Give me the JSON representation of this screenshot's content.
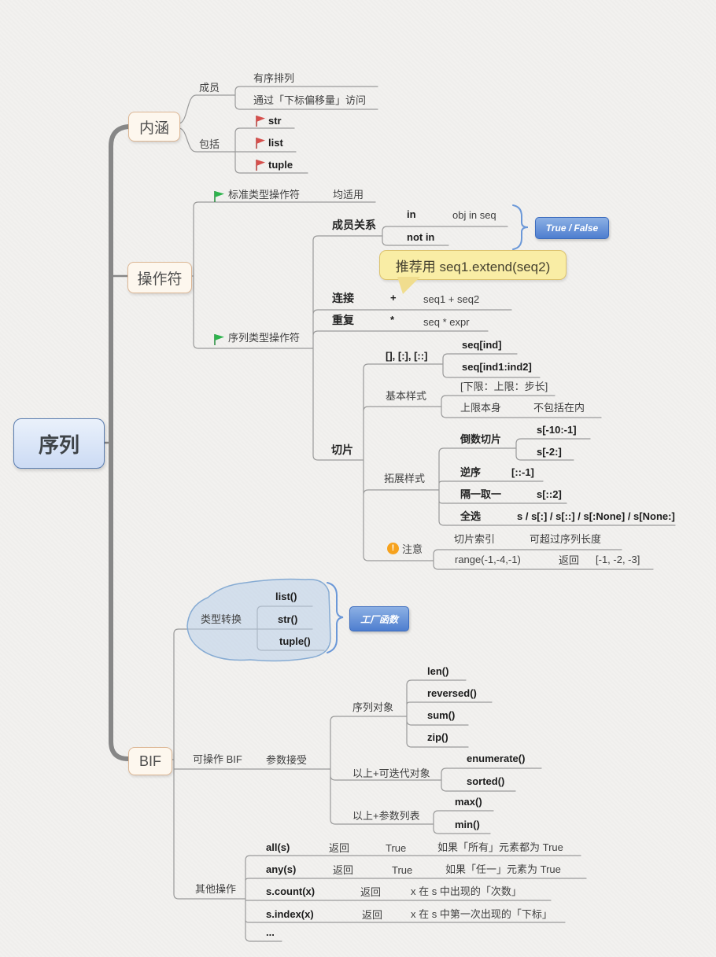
{
  "root": {
    "label": "序列"
  },
  "colors": {
    "topic_fill": "#fdf7ee",
    "topic_border": "#dcb694",
    "root_border": "#5a7db0",
    "tag_blue": "#4e7ecf",
    "callout_yellow": "#f9eda5",
    "flag_red": "#d64f4c",
    "flag_green": "#2eb44d",
    "warning_orange": "#f6a21d",
    "line_gray": "#9a9a9a"
  },
  "neihan": {
    "title": "内涵",
    "member": "成员",
    "member_items": [
      "有序排列",
      "通过「下标偏移量」访问"
    ],
    "include": "包括",
    "include_items": [
      "str",
      "list",
      "tuple"
    ]
  },
  "caozuofu": {
    "title": "操作符",
    "std": "标准类型操作符",
    "std_note": "均适用",
    "seq_ops": "序列类型操作符",
    "membership": "成员关系",
    "op_in": "in",
    "in_expr": "obj in seq",
    "op_not_in": "not in",
    "result": "True / False",
    "callout": "推荐用 seq1.extend(seq2)",
    "concat": "连接",
    "concat_op": "+",
    "concat_expr": "seq1 + seq2",
    "repeat": "重复",
    "repeat_op": "*",
    "repeat_expr": "seq * expr",
    "slice": "切片",
    "slice_ops": "[], [:], [::]",
    "slice_ex1": "seq[ind]",
    "slice_ex2": "seq[ind1:ind2]",
    "basic": "基本样式",
    "basic_syntax": "[下限：上限：步长]",
    "basic_note1": "上限本身",
    "basic_note2": "不包括在内",
    "ext": "拓展样式",
    "neg": "倒数切片",
    "neg_ex1": "s[-10:-1]",
    "neg_ex2": "s[-2:]",
    "reverse": "逆序",
    "reverse_ex": "[::-1]",
    "alternate": "隔一取一",
    "alternate_ex": "s[::2]",
    "all_sel": "全选",
    "all_sel_ex": "s / s[:] / s[::] / s[:None] / s[None:]",
    "note": "注意",
    "note1a": "切片索引",
    "note1b": "可超过序列长度",
    "note2a": "range(-1,-4,-1)",
    "note2b": "返回",
    "note2c": "[-1, -2, -3]"
  },
  "bif": {
    "title": "BIF",
    "convert": "类型转换",
    "convert_items": [
      "list()",
      "str()",
      "tuple()"
    ],
    "factory": "工厂函数",
    "operable": "可操作 BIF",
    "accepts": "参数接受",
    "seq_obj": "序列对象",
    "seq_obj_items": [
      "len()",
      "reversed()",
      "sum()",
      "zip()"
    ],
    "iterable": "以上+可迭代对象",
    "iterable_items": [
      "enumerate()",
      "sorted()"
    ],
    "args": "以上+参数列表",
    "args_items": [
      "max()",
      "min()"
    ],
    "other": "其他操作",
    "other_rows": [
      {
        "fn": "all(s)",
        "ret": "返回",
        "val": "True",
        "desc": "如果「所有」元素都为 True"
      },
      {
        "fn": "any(s)",
        "ret": "返回",
        "val": "True",
        "desc": "如果「任一」元素为 True"
      },
      {
        "fn": "s.count(x)",
        "ret": "返回",
        "val": "",
        "desc": "x 在 s 中出现的「次数」"
      },
      {
        "fn": "s.index(x)",
        "ret": "返回",
        "val": "",
        "desc": "x 在 s 中第一次出现的「下标」"
      },
      {
        "fn": "...",
        "ret": "",
        "val": "",
        "desc": ""
      }
    ]
  }
}
